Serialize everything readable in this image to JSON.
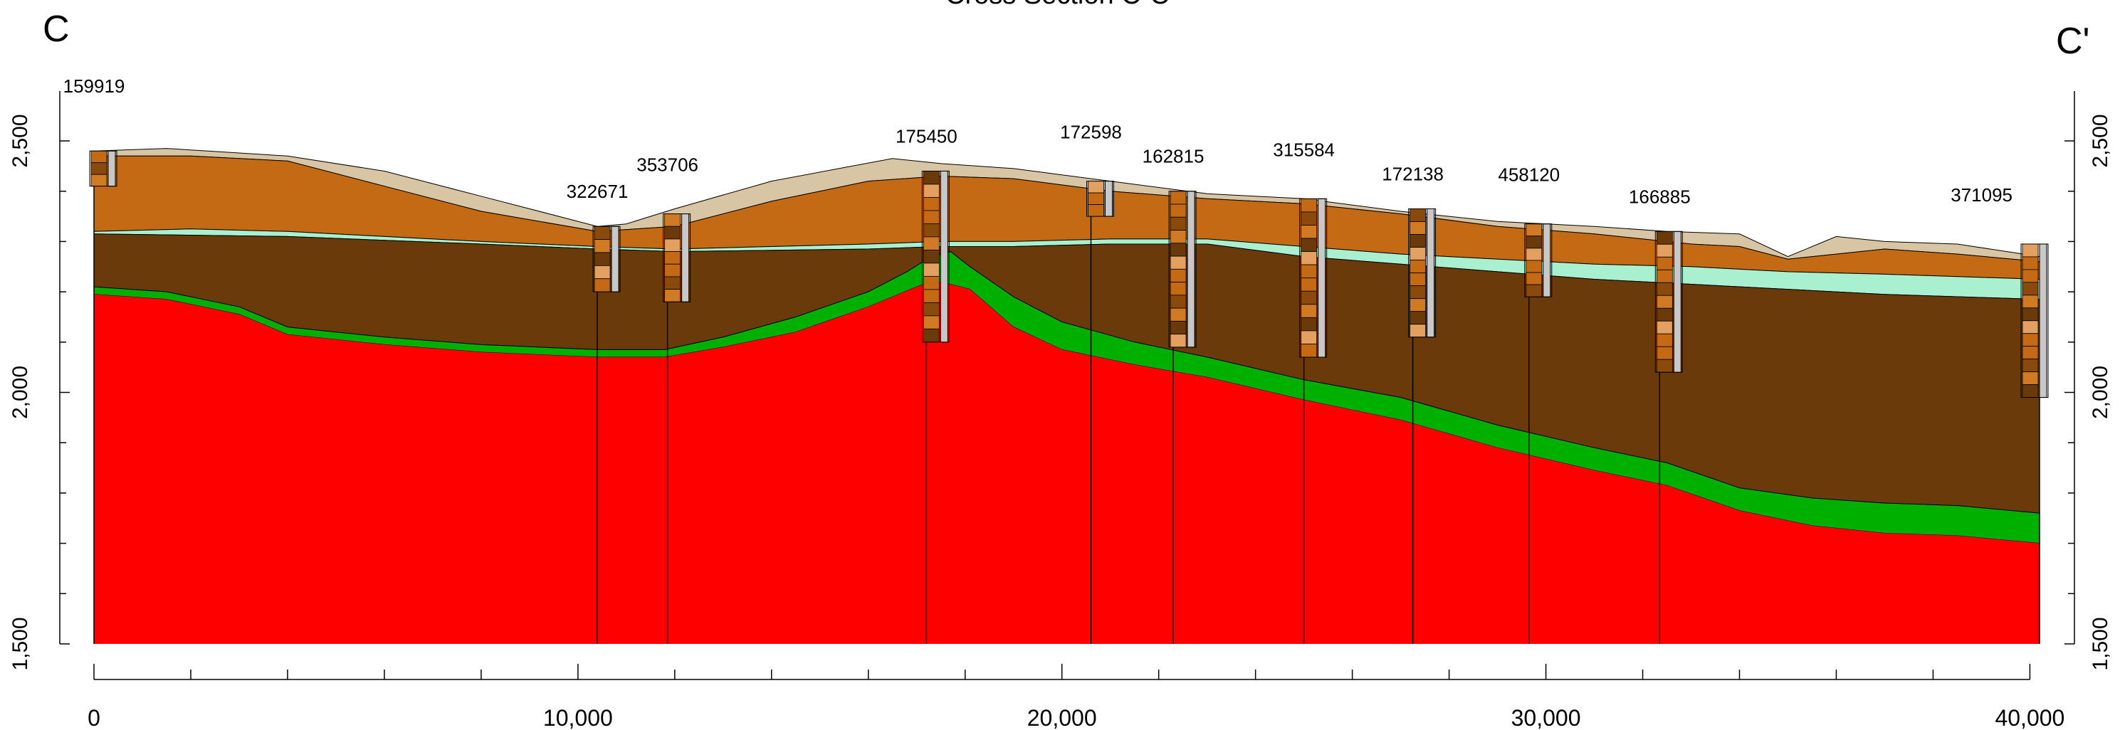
{
  "title": "Cross Section C-C'",
  "end_labels": {
    "left": "C",
    "right": "C'"
  },
  "chart_data": {
    "type": "area",
    "title": "Cross Section C-C'",
    "x_unit": "ft",
    "y_unit": "ft",
    "xlim": [
      0,
      40200
    ],
    "ylim": [
      1500,
      2650
    ],
    "x_ticks": [
      {
        "value": 0,
        "label": "0"
      },
      {
        "value": 10000,
        "label": "10,000"
      },
      {
        "value": 20000,
        "label": "20,000"
      },
      {
        "value": 30000,
        "label": "30,000"
      },
      {
        "value": 40000,
        "label": "40,000"
      }
    ],
    "x_minor_step": 2000,
    "y_ticks": [
      {
        "value": 2500,
        "label": "2,500"
      },
      {
        "value": 2000,
        "label": "2,000"
      },
      {
        "value": 1500,
        "label": "1,500"
      }
    ],
    "y_minor_step": 100,
    "colors": {
      "sand": "#d8c5a3",
      "orange_brown": "#c46a14",
      "light_aqua": "#a8f0cf",
      "dark_brown": "#6b3a0a",
      "green": "#00b000",
      "red": "#ff0000"
    },
    "surfaces": {
      "ground": [
        [
          0,
          2480
        ],
        [
          1500,
          2485
        ],
        [
          4000,
          2470
        ],
        [
          6000,
          2440
        ],
        [
          8000,
          2390
        ],
        [
          10400,
          2330
        ],
        [
          11000,
          2335
        ],
        [
          12000,
          2365
        ],
        [
          14000,
          2420
        ],
        [
          16500,
          2465
        ],
        [
          17500,
          2455
        ],
        [
          19000,
          2445
        ],
        [
          21000,
          2420
        ],
        [
          23000,
          2395
        ],
        [
          25000,
          2385
        ],
        [
          27000,
          2360
        ],
        [
          29000,
          2340
        ],
        [
          31000,
          2330
        ],
        [
          32500,
          2320
        ],
        [
          34000,
          2315
        ],
        [
          35000,
          2270
        ],
        [
          36000,
          2310
        ],
        [
          37000,
          2300
        ],
        [
          38500,
          2295
        ],
        [
          40200,
          2270
        ]
      ],
      "orange_top": [
        [
          0,
          2470
        ],
        [
          2000,
          2470
        ],
        [
          4000,
          2460
        ],
        [
          6000,
          2410
        ],
        [
          8000,
          2360
        ],
        [
          10400,
          2320
        ],
        [
          12000,
          2330
        ],
        [
          14000,
          2380
        ],
        [
          16000,
          2420
        ],
        [
          17500,
          2430
        ],
        [
          19000,
          2425
        ],
        [
          21000,
          2400
        ],
        [
          23000,
          2385
        ],
        [
          25000,
          2375
        ],
        [
          27000,
          2355
        ],
        [
          29000,
          2330
        ],
        [
          31000,
          2315
        ],
        [
          33000,
          2295
        ],
        [
          34000,
          2290
        ],
        [
          35000,
          2265
        ],
        [
          36000,
          2275
        ],
        [
          37000,
          2285
        ],
        [
          38500,
          2275
        ],
        [
          40200,
          2260
        ]
      ],
      "aqua_top": [
        [
          0,
          2320
        ],
        [
          2000,
          2325
        ],
        [
          4000,
          2320
        ],
        [
          6000,
          2310
        ],
        [
          8000,
          2300
        ],
        [
          10400,
          2290
        ],
        [
          12000,
          2285
        ],
        [
          14000,
          2290
        ],
        [
          16000,
          2295
        ],
        [
          17500,
          2300
        ],
        [
          19000,
          2300
        ],
        [
          21000,
          2305
        ],
        [
          23000,
          2305
        ],
        [
          25000,
          2290
        ],
        [
          27000,
          2275
        ],
        [
          29000,
          2265
        ],
        [
          31000,
          2255
        ],
        [
          33000,
          2250
        ],
        [
          35000,
          2240
        ],
        [
          37000,
          2235
        ],
        [
          40200,
          2225
        ]
      ],
      "aqua_bottom": [
        [
          0,
          2315
        ],
        [
          4000,
          2310
        ],
        [
          8000,
          2295
        ],
        [
          10400,
          2285
        ],
        [
          12000,
          2280
        ],
        [
          16000,
          2285
        ],
        [
          17500,
          2290
        ],
        [
          19000,
          2290
        ],
        [
          21000,
          2295
        ],
        [
          23000,
          2295
        ],
        [
          25000,
          2270
        ],
        [
          27000,
          2255
        ],
        [
          29000,
          2240
        ],
        [
          31000,
          2225
        ],
        [
          33000,
          2215
        ],
        [
          35000,
          2205
        ],
        [
          37000,
          2195
        ],
        [
          40200,
          2185
        ]
      ],
      "green_top": [
        [
          0,
          2210
        ],
        [
          1500,
          2200
        ],
        [
          3000,
          2170
        ],
        [
          4000,
          2130
        ],
        [
          6000,
          2110
        ],
        [
          8000,
          2095
        ],
        [
          10400,
          2085
        ],
        [
          11800,
          2085
        ],
        [
          13000,
          2110
        ],
        [
          14500,
          2150
        ],
        [
          16000,
          2200
        ],
        [
          16800,
          2240
        ],
        [
          17300,
          2270
        ],
        [
          17700,
          2280
        ],
        [
          18100,
          2250
        ],
        [
          19000,
          2190
        ],
        [
          20000,
          2140
        ],
        [
          21500,
          2100
        ],
        [
          23000,
          2070
        ],
        [
          25000,
          2025
        ],
        [
          27000,
          1990
        ],
        [
          29000,
          1935
        ],
        [
          31000,
          1890
        ],
        [
          32500,
          1860
        ],
        [
          34000,
          1810
        ],
        [
          35500,
          1790
        ],
        [
          37000,
          1780
        ],
        [
          38500,
          1775
        ],
        [
          40200,
          1760
        ]
      ],
      "green_bottom": [
        [
          0,
          2195
        ],
        [
          1500,
          2185
        ],
        [
          3000,
          2155
        ],
        [
          4000,
          2115
        ],
        [
          6000,
          2095
        ],
        [
          8000,
          2080
        ],
        [
          10400,
          2070
        ],
        [
          11800,
          2070
        ],
        [
          13000,
          2090
        ],
        [
          14500,
          2120
        ],
        [
          16000,
          2170
        ],
        [
          17000,
          2210
        ],
        [
          17300,
          2220
        ],
        [
          17700,
          2215
        ],
        [
          18100,
          2205
        ],
        [
          19000,
          2130
        ],
        [
          20000,
          2085
        ],
        [
          21500,
          2055
        ],
        [
          23000,
          2030
        ],
        [
          25000,
          1985
        ],
        [
          27000,
          1945
        ],
        [
          29000,
          1890
        ],
        [
          31000,
          1845
        ],
        [
          32500,
          1815
        ],
        [
          34000,
          1765
        ],
        [
          35500,
          1735
        ],
        [
          37000,
          1720
        ],
        [
          38500,
          1715
        ],
        [
          40200,
          1700
        ]
      ],
      "base": 1500
    },
    "wells": [
      {
        "id": "159919",
        "x": 0,
        "top": 2480,
        "bottom": 2410
      },
      {
        "id": "322671",
        "x": 10400,
        "top": 2330,
        "bottom": 2200
      },
      {
        "id": "353706",
        "x": 11850,
        "top": 2355,
        "bottom": 2180
      },
      {
        "id": "175450",
        "x": 17200,
        "top": 2440,
        "bottom": 2100
      },
      {
        "id": "172598",
        "x": 20600,
        "top": 2420,
        "bottom": 2350
      },
      {
        "id": "162815",
        "x": 22300,
        "top": 2400,
        "bottom": 2090
      },
      {
        "id": "315584",
        "x": 25000,
        "top": 2385,
        "bottom": 2070
      },
      {
        "id": "172138",
        "x": 27250,
        "top": 2365,
        "bottom": 2110
      },
      {
        "id": "458120",
        "x": 29650,
        "top": 2335,
        "bottom": 2190
      },
      {
        "id": "166885",
        "x": 32350,
        "top": 2320,
        "bottom": 2040
      },
      {
        "id": "371095",
        "x": 40200,
        "top": 2295,
        "bottom": 1990
      }
    ]
  }
}
